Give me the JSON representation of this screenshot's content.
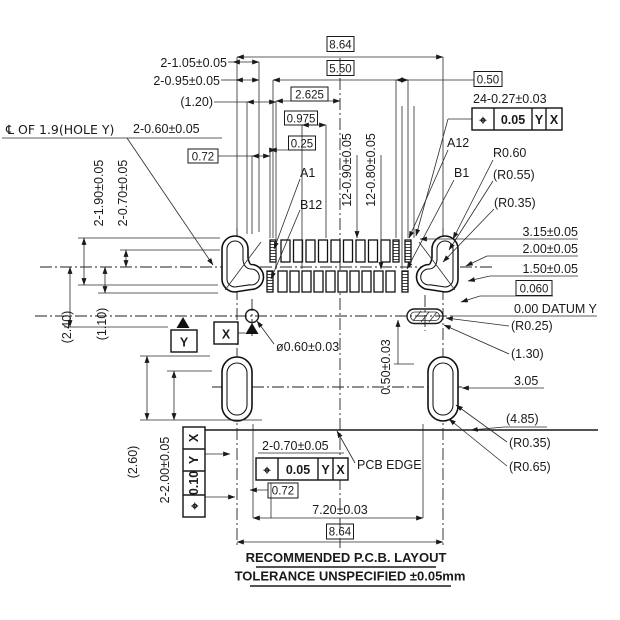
{
  "drawing": {
    "footer": {
      "line1": "RECOMMENDED   P.C.B.  LAYOUT",
      "line2": "TOLERANCE  UNSPECIFIED  ±0.05mm"
    },
    "dims": {
      "top_width": "8.64",
      "pad_span": "5.50",
      "pad_pitch": "0.50",
      "pad_width_all": "24-0.27±0.03",
      "off_2625": "2.625",
      "off_0975": "0.975",
      "off_025": "0.25",
      "holes_105": "2-1.05±0.05",
      "holes_095": "2-0.95±0.05",
      "ref_120": "(1.20)",
      "cl_note": "℄ OF 1.9(HOLE Y)",
      "holes_060": "2-0.60±0.05",
      "off_072_top": "0.72",
      "pads_top_len": "12-0.90±0.05",
      "pads_bot_len": "12-0.80±0.05",
      "left_190": "2-1.90±0.05",
      "left_070": "2-0.70±0.05",
      "ref_240": "(2.40)",
      "ref_110": "(1.10)",
      "dia_hole": "ø0.60±0.03",
      "v_050": "0.50±0.03",
      "r_060": "R0.60",
      "r_055": "(R0.55)",
      "r_035_top": "(R0.35)",
      "d_315": "3.15±0.05",
      "d_200": "2.00±0.05",
      "d_150": "1.50±0.05",
      "d_0060": "0.060",
      "datum_y_line": "0.00  DATUM Y",
      "r_025": "(R0.25)",
      "ref_130": "(1.30)",
      "d_305": "3.05",
      "ref_485": "(4.85)",
      "r_035_bot": "(R0.35)",
      "r_065": "(R0.65)",
      "bot_270": "2-0.70±0.05",
      "pcb_edge": "PCB  EDGE",
      "off_072_bot": "0.72",
      "d_720": "7.20±0.03",
      "bot_width": "8.64",
      "left_200": "2-2.00±0.05",
      "ref_260": "(2.60)"
    },
    "pins": {
      "a1": "A1",
      "b12": "B12",
      "a12": "A12",
      "b1": "B1"
    },
    "datums": {
      "x": "X",
      "y": "Y"
    },
    "fcf_top": {
      "sym": "⌖",
      "tol": "0.05",
      "p": "Y",
      "s": "X"
    },
    "fcf_bot": {
      "sym": "⌖",
      "tol": "0.05",
      "p": "Y",
      "s": "X"
    },
    "fcf_left": {
      "sym": "⌖",
      "tol": "0.10",
      "p": "Y",
      "s": "X"
    }
  }
}
